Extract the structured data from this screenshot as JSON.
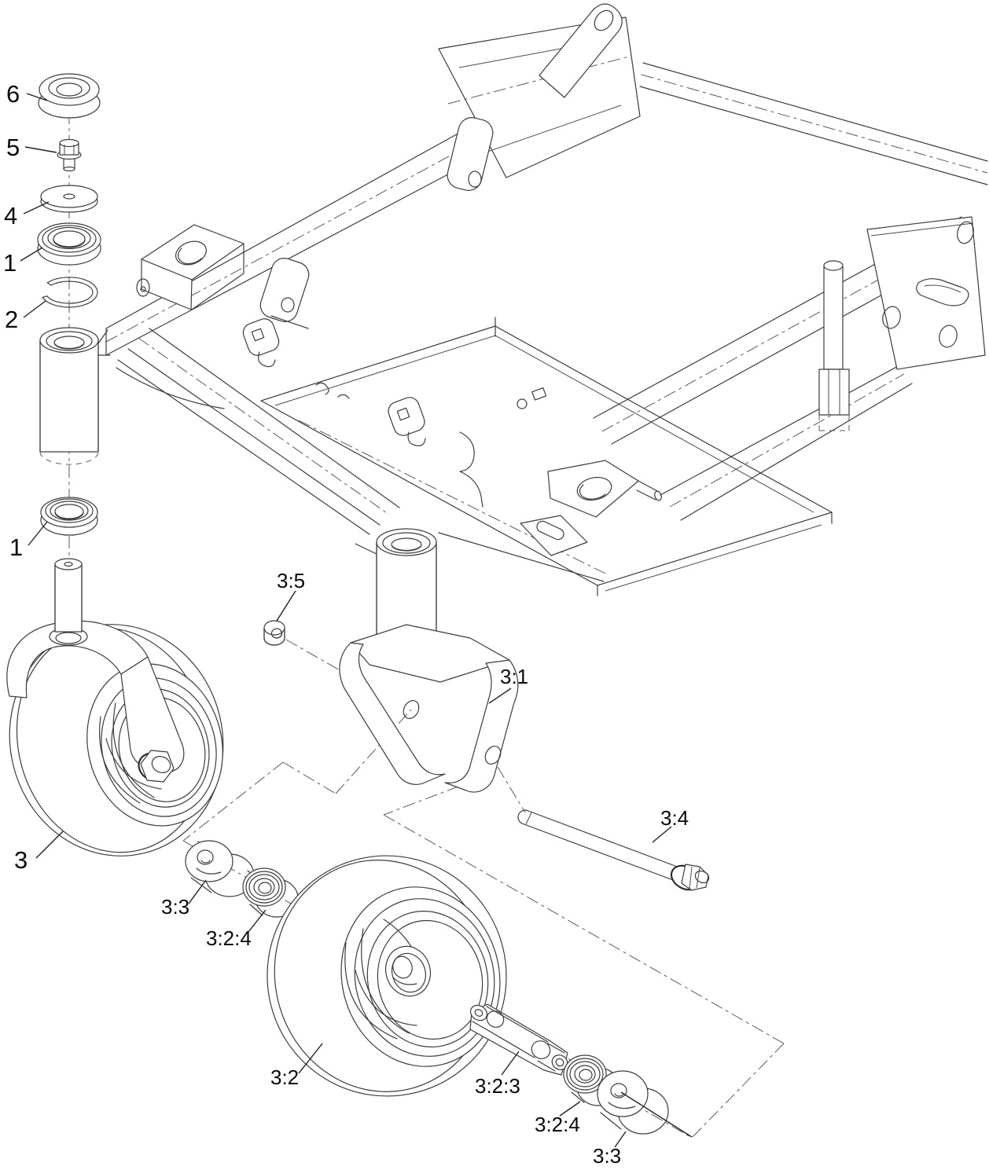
{
  "figure": {
    "type": "exploded-parts-diagram",
    "background": "#ffffff",
    "line_color": "#3c3c3c",
    "label_color": "#0a0a0a"
  },
  "callouts": [
    {
      "id": "callout-6",
      "label": "6"
    },
    {
      "id": "callout-5",
      "label": "5"
    },
    {
      "id": "callout-4",
      "label": "4"
    },
    {
      "id": "callout-1-upper",
      "label": "1"
    },
    {
      "id": "callout-2",
      "label": "2"
    },
    {
      "id": "callout-1-lower",
      "label": "1"
    },
    {
      "id": "callout-3",
      "label": "3"
    },
    {
      "id": "callout-3-5",
      "label": "3:5"
    },
    {
      "id": "callout-3-1",
      "label": "3:1"
    },
    {
      "id": "callout-3-4",
      "label": "3:4"
    },
    {
      "id": "callout-3-3-left",
      "label": "3:3"
    },
    {
      "id": "callout-3-2-4-left",
      "label": "3:2:4"
    },
    {
      "id": "callout-3-2",
      "label": "3:2"
    },
    {
      "id": "callout-3-2-3",
      "label": "3:2:3"
    },
    {
      "id": "callout-3-2-4-right",
      "label": "3:2:4"
    },
    {
      "id": "callout-3-3-right",
      "label": "3:3"
    }
  ]
}
